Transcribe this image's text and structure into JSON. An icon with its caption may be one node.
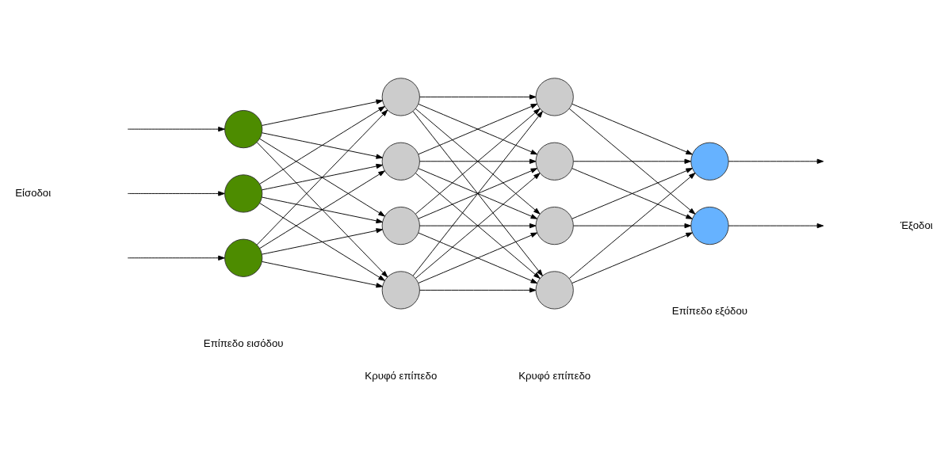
{
  "diagram": {
    "nodes": [
      {
        "text": [],
        "shape": "circle"
      },
      {
        "text": [],
        "shape": "circle"
      },
      {
        "text": [],
        "shape": "circle"
      },
      {
        "text": [],
        "shape": "circle"
      },
      {
        "text": [],
        "shape": "circle"
      },
      {
        "text": [],
        "shape": "circle"
      },
      {
        "text": [],
        "shape": "circle"
      },
      {
        "text": [],
        "shape": "circle"
      },
      {
        "text": [],
        "shape": "circle"
      },
      {
        "text": [],
        "shape": "circle"
      },
      {
        "text": [],
        "shape": "circle"
      },
      {
        "text": [],
        "shape": "circle"
      },
      {
        "text": [],
        "shape": "circle"
      }
    ],
    "edges": [
      {
        "from": null,
        "to": 0,
        "arrow": "to"
      },
      {
        "from": null,
        "to": 1,
        "arrow": "to"
      },
      {
        "from": null,
        "to": 2,
        "arrow": "to"
      },
      {
        "from": 0,
        "to": 3,
        "arrow": "to"
      },
      {
        "from": 0,
        "to": 4,
        "arrow": "to"
      },
      {
        "from": 0,
        "to": 5,
        "arrow": "to"
      },
      {
        "from": 0,
        "to": 6,
        "arrow": "to"
      },
      {
        "from": 1,
        "to": 3,
        "arrow": "to"
      },
      {
        "from": 1,
        "to": 4,
        "arrow": "to"
      },
      {
        "from": 1,
        "to": 5,
        "arrow": "to"
      },
      {
        "from": 1,
        "to": 6,
        "arrow": "to"
      },
      {
        "from": 2,
        "to": 3,
        "arrow": "to"
      },
      {
        "from": 2,
        "to": 4,
        "arrow": "to"
      },
      {
        "from": 2,
        "to": 5,
        "arrow": "to"
      },
      {
        "from": 2,
        "to": 6,
        "arrow": "to"
      },
      {
        "from": 3,
        "to": 7,
        "arrow": "to"
      },
      {
        "from": 3,
        "to": 8,
        "arrow": "to"
      },
      {
        "from": 3,
        "to": 9,
        "arrow": "to"
      },
      {
        "from": 3,
        "to": 10,
        "arrow": "to"
      },
      {
        "from": 4,
        "to": 7,
        "arrow": "to"
      },
      {
        "from": 4,
        "to": 8,
        "arrow": "to"
      },
      {
        "from": 4,
        "to": 9,
        "arrow": "to"
      },
      {
        "from": 4,
        "to": 10,
        "arrow": "to"
      },
      {
        "from": 5,
        "to": 7,
        "arrow": "to"
      },
      {
        "from": 5,
        "to": 8,
        "arrow": "to"
      },
      {
        "from": 5,
        "to": 9,
        "arrow": "to"
      },
      {
        "from": 5,
        "to": 10,
        "arrow": "to"
      },
      {
        "from": 6,
        "to": 7,
        "arrow": "to"
      },
      {
        "from": 6,
        "to": 8,
        "arrow": "to"
      },
      {
        "from": 6,
        "to": 9,
        "arrow": "to"
      },
      {
        "from": 6,
        "to": 10,
        "arrow": "to"
      },
      {
        "from": 7,
        "to": 11,
        "arrow": "to"
      },
      {
        "from": 7,
        "to": 12,
        "arrow": "to"
      },
      {
        "from": 8,
        "to": 11,
        "arrow": "to"
      },
      {
        "from": 8,
        "to": 12,
        "arrow": "to"
      },
      {
        "from": 9,
        "to": 11,
        "arrow": "to"
      },
      {
        "from": 9,
        "to": 12,
        "arrow": "to"
      },
      {
        "from": 10,
        "to": 11,
        "arrow": "to"
      },
      {
        "from": 10,
        "to": 12,
        "arrow": "to"
      },
      {
        "from": 11,
        "to": null,
        "arrow": "to"
      },
      {
        "from": 12,
        "to": null,
        "arrow": "to"
      }
    ],
    "labels": [
      "Είσοδοι",
      "Έξοδοι",
      "Επίπεδο εισόδου",
      "Κρυφό επίπεδο",
      "Κρυφό επίπεδο",
      "Επίπεδο εξόδου"
    ]
  }
}
